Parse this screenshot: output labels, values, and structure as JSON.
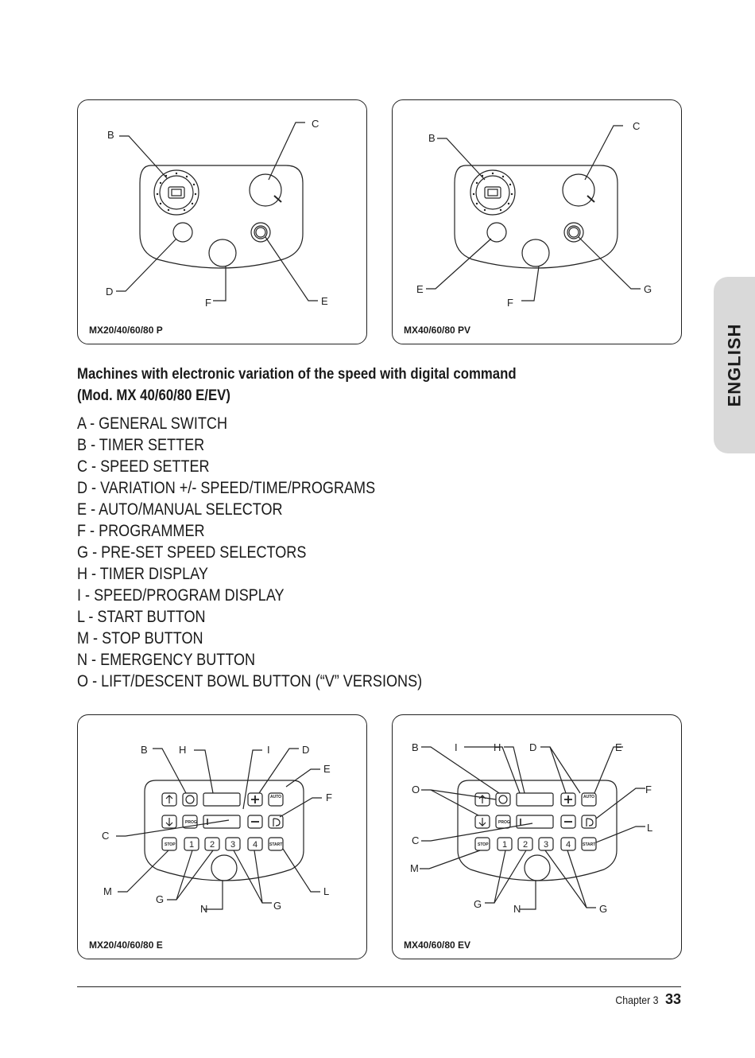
{
  "panels": {
    "p1": {
      "caption": "MX20/40/60/80 P",
      "labels": {
        "b": "B",
        "c": "C",
        "d": "D",
        "f": "F",
        "e": "E"
      }
    },
    "p2": {
      "caption": "MX40/60/80 PV",
      "labels": {
        "b": "B",
        "c": "C",
        "e": "E",
        "f": "F",
        "g": "G"
      }
    },
    "p3": {
      "caption": "MX20/40/60/80 E",
      "labels": {
        "b": "B",
        "h": "H",
        "i": "I",
        "d": "D",
        "e": "E",
        "f": "F",
        "c": "C",
        "m": "M",
        "g1": "G",
        "n": "N",
        "g2": "G",
        "l": "L"
      }
    },
    "p4": {
      "caption": "MX40/60/80 EV",
      "labels": {
        "b": "B",
        "i": "I",
        "h": "H",
        "d": "D",
        "e": "E",
        "o": "O",
        "f": "F",
        "c": "C",
        "l": "L",
        "m": "M",
        "g1": "G",
        "n": "N",
        "g2": "G"
      }
    }
  },
  "keypad": {
    "stop": "STOP",
    "start": "START",
    "prog": "PROG",
    "auto": "AUTO",
    "k1": "1",
    "k2": "2",
    "k3": "3",
    "k4": "4"
  },
  "heading": {
    "line1": "Machines with electronic variation of the speed with digital command",
    "line2": "(Mod. MX 40/60/80 E/EV)"
  },
  "legend": [
    "A -  GENERAL SWITCH",
    "B -  TIMER SETTER",
    "C -  SPEED SETTER",
    "D -  VARIATION +/- SPEED/TIME/PROGRAMS",
    "E -  AUTO/MANUAL SELECTOR",
    "F -  PROGRAMMER",
    "G - PRE-SET SPEED SELECTORS",
    "H - TIMER DISPLAY",
    "I -   SPEED/PROGRAM DISPLAY",
    "L -  START BUTTON",
    "M - STOP BUTTON",
    "N - EMERGENCY BUTTON",
    "O -  LIFT/DESCENT BOWL BUTTON (“V” VERSIONS)"
  ],
  "side_tab": "ENGLISH",
  "footer": {
    "chapter": "Chapter 3",
    "page": "33"
  }
}
